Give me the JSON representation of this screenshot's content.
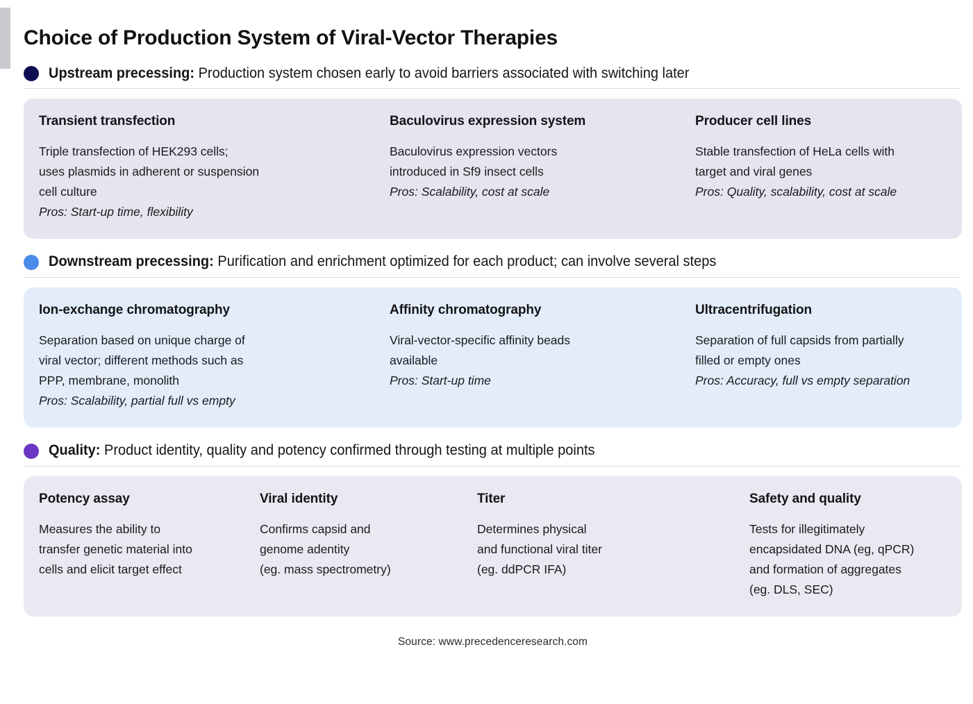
{
  "title": "Choice of Production System of Viral-Vector Therapies",
  "colors": {
    "upstream_bullet": "#0d0d52",
    "downstream_bullet": "#4a8ae8",
    "quality_bullet": "#6a37c2",
    "upstream_panel": "#e6e5ef",
    "downstream_panel": "#e3edfa",
    "quality_panel": "#ece8f2"
  },
  "sections": [
    {
      "id": "upstream",
      "bullet_icon": "filled-circle-icon",
      "lead": "Upstream precessing:",
      "description": " Production system chosen early to avoid barriers associated with switching later",
      "columns": [
        {
          "title": "Transient transfection",
          "body": "Triple transfection of HEK293 cells;\nuses plasmids in adherent or suspension\ncell culture",
          "pros": "Pros: Start-up time, flexibility"
        },
        {
          "title": "Baculovirus expression system",
          "body": "Baculovirus expression vectors\nintroduced in Sf9 insect cells",
          "pros": "Pros: Scalability, cost at scale"
        },
        {
          "title": "Producer cell lines",
          "body": "Stable transfection of HeLa cells with\ntarget and viral genes",
          "pros": "Pros: Quality, scalability, cost at scale"
        }
      ]
    },
    {
      "id": "downstream",
      "bullet_icon": "filled-circle-icon",
      "lead": "Downstream precessing:",
      "description": " Purification and enrichment optimized for each product; can involve several steps",
      "columns": [
        {
          "title": "Ion-exchange chromatography",
          "body": "Separation based on unique charge of\nviral vector; different methods such as\nPPP, membrane, monolith",
          "pros": "Pros: Scalability, partial full vs empty"
        },
        {
          "title": "Affinity chromatography",
          "body": "Viral-vector-specific affinity beads\navailable",
          "pros": "Pros: Start-up time"
        },
        {
          "title": "Ultracentrifugation",
          "body": "Separation of full capsids from partially\nfilled or empty ones",
          "pros": "Pros: Accuracy, full vs empty separation"
        }
      ]
    },
    {
      "id": "quality",
      "bullet_icon": "filled-circle-icon",
      "lead": "Quality:",
      "description": " Product identity, quality and potency confirmed through testing at multiple points",
      "columns": [
        {
          "title": "Potency assay",
          "body": "Measures the ability to\ntransfer genetic material into\ncells and elicit target effect",
          "pros": ""
        },
        {
          "title": "Viral identity",
          "body": "Confirms capsid and\ngenome adentity\n(eg. mass spectrometry)",
          "pros": ""
        },
        {
          "title": "Titer",
          "body": "Determines physical\nand functional viral titer\n(eg. ddPCR IFA)",
          "pros": ""
        },
        {
          "title": "Safety and quality",
          "body": "Tests for illegitimately\nencapsidated DNA (eg, qPCR)\nand formation of aggregates\n(eg. DLS, SEC)",
          "pros": ""
        }
      ]
    }
  ],
  "source": "Source: www.precedenceresearch.com"
}
